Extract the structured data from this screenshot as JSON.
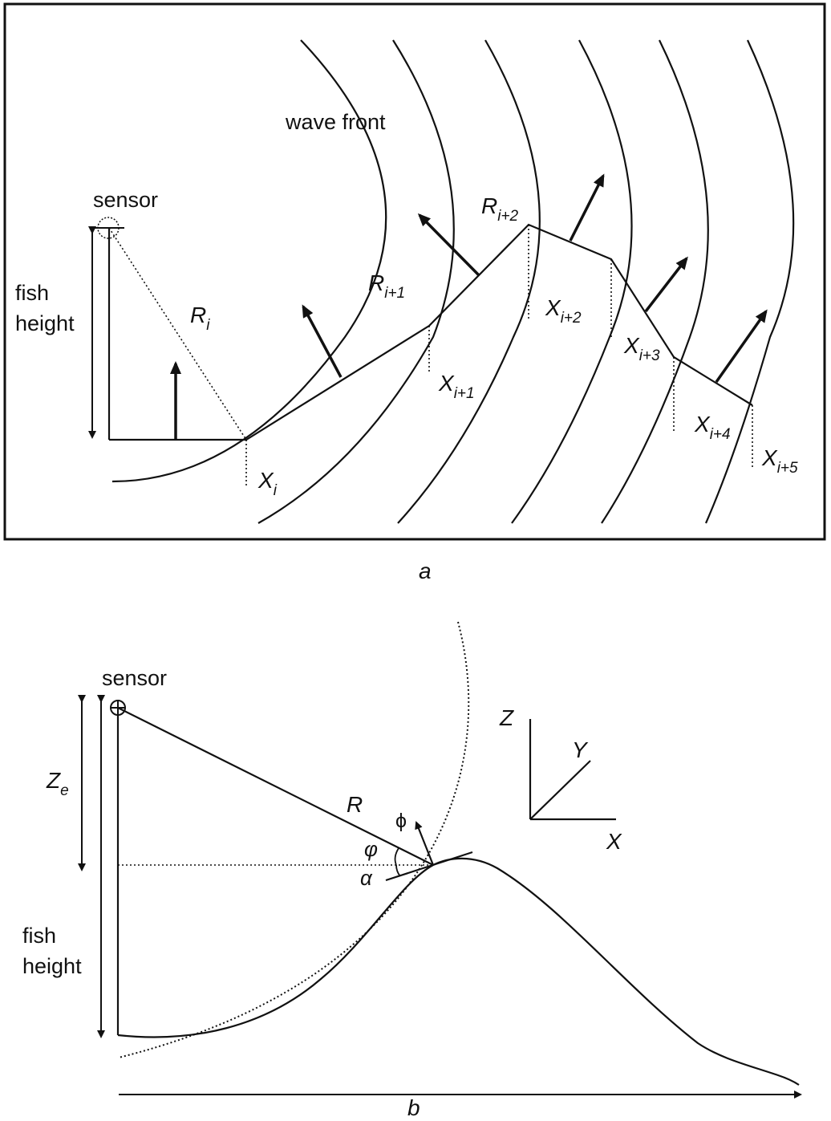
{
  "panel_a": {
    "caption": "a",
    "labels": {
      "sensor": "sensor",
      "fish": "fish",
      "height": "height",
      "wave_front": "wave front"
    },
    "ranges": [
      {
        "base": "R",
        "sub": "i"
      },
      {
        "base": "R",
        "sub": "i+1"
      },
      {
        "base": "R",
        "sub": "i+2"
      }
    ],
    "positions": [
      {
        "base": "X",
        "sub": "i"
      },
      {
        "base": "X",
        "sub": "i+1"
      },
      {
        "base": "X",
        "sub": "i+2"
      },
      {
        "base": "X",
        "sub": "i+3"
      },
      {
        "base": "X",
        "sub": "i+4"
      },
      {
        "base": "X",
        "sub": "i+5"
      }
    ]
  },
  "panel_b": {
    "caption": "b",
    "labels": {
      "sensor": "sensor",
      "ze_base": "Z",
      "ze_sub": "e",
      "fish": "fish",
      "height": "height",
      "range": "R",
      "phi_upper": "ϕ",
      "phi_lower": "φ",
      "alpha": "α",
      "axis_z": "Z",
      "axis_y": "Y",
      "axis_x": "X"
    }
  }
}
